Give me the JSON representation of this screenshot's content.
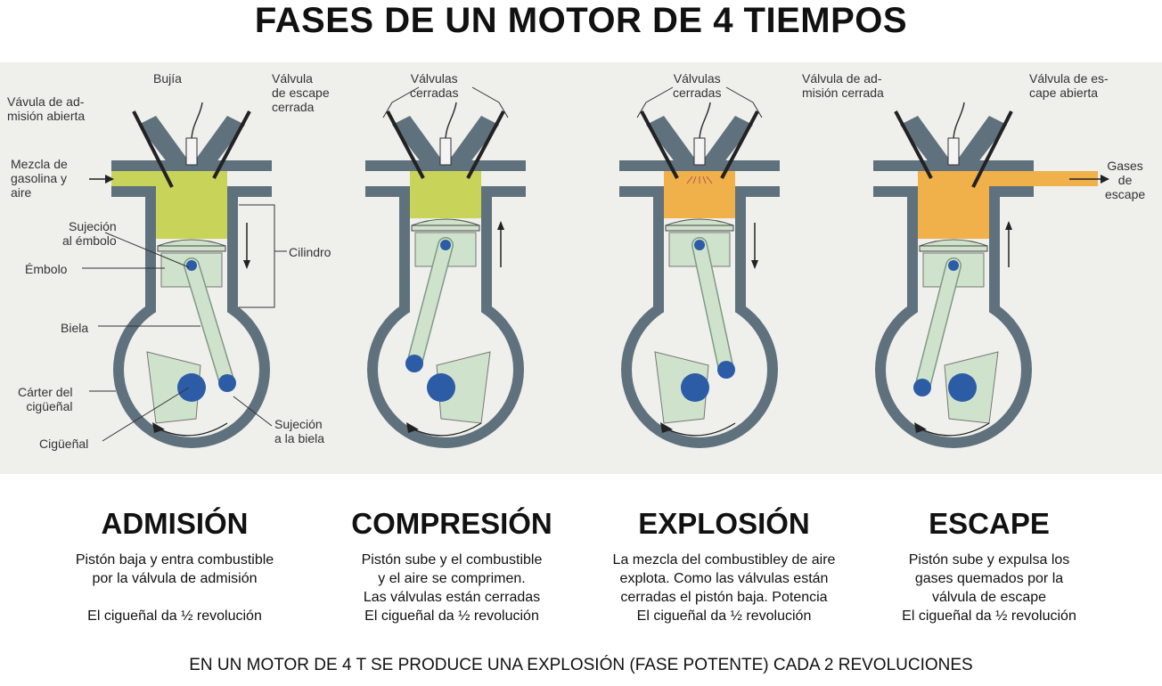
{
  "title": "FASES DE UN MOTOR DE 4 TIEMPOS",
  "labels": {
    "bujia": "Bujía",
    "valvula_escape_cerrada": [
      "Válvula",
      "de escape",
      "cerrada"
    ],
    "valvula_admision_abierta": [
      "Vávula de ad-",
      "misión abierta"
    ],
    "mezcla": [
      "Mezcla de",
      "gasolina y",
      "aire"
    ],
    "sujecion_embolo": [
      "Sujeción",
      "al émbolo"
    ],
    "embolo": "Émbolo",
    "cilindro": "Cilindro",
    "biela": "Biela",
    "carter": [
      "Cárter del",
      "cigüeñal"
    ],
    "cigueñal": "Cigüeñal",
    "sujecion_biela": [
      "Sujeción",
      "a la biela"
    ],
    "valvulas_cerradas_1": [
      "Válvulas",
      "cerradas"
    ],
    "valvulas_cerradas_2": [
      "Válvulas",
      "cerradas"
    ],
    "valvula_admision_cerrada": [
      "Válvula de ad-",
      "misión cerrada"
    ],
    "valvula_escape_abierta": [
      "Válvula de es-",
      "cape abierta"
    ],
    "gases_escape": [
      "Gases",
      "de",
      "escape"
    ]
  },
  "phases": [
    {
      "name": "ADMISIÓN",
      "lines": [
        "Pistón baja y entra combustible",
        "por la válvula de admisión"
      ],
      "gap": true,
      "rev": "El cigueñal da ½ revolución"
    },
    {
      "name": "COMPRESIÓN",
      "lines": [
        "Pistón sube y el combustible",
        "y el aire se comprimen.",
        "Las válvulas  están cerradas"
      ],
      "gap": false,
      "rev": "El cigueñal da ½ revolución"
    },
    {
      "name": "EXPLOSIÓN",
      "lines": [
        "La mezcla del combustibley de aire",
        "explota. Como las  válvulas  están",
        "cerradas el pistón baja. Potencia"
      ],
      "gap": false,
      "rev": "El cigueñal da ½ revolución"
    },
    {
      "name": "ESCAPE",
      "lines": [
        "Pistón sube y expulsa los",
        "gases quemados por la",
        "válvula de escape"
      ],
      "gap": false,
      "rev": "El cigueñal da ½ revolución"
    }
  ],
  "footer": "EN UN MOTOR DE 4 T SE PRODUCE UNA EXPLOSIÓN (FASE POTENTE) CADA 2 REVOLUCIONES",
  "colors": {
    "metal": "#5e717c",
    "mixture": "#c8d35a",
    "burnt": "#f0b04a",
    "piston": "#cfe2cb",
    "pin": "#2d5ca6",
    "background": "#efefec"
  },
  "engines": [
    {
      "phase": "admision",
      "gas": "mixture",
      "piston_position": "down",
      "stroke_arrow": "down",
      "intake_open": true,
      "exhaust_open": false
    },
    {
      "phase": "compresion",
      "gas": "mixture",
      "piston_position": "up",
      "stroke_arrow": "up",
      "intake_open": false,
      "exhaust_open": false
    },
    {
      "phase": "explosion",
      "gas": "burnt",
      "piston_position": "up",
      "stroke_arrow": "down",
      "intake_open": false,
      "exhaust_open": false
    },
    {
      "phase": "escape",
      "gas": "burnt",
      "piston_position": "down",
      "stroke_arrow": "up",
      "intake_open": false,
      "exhaust_open": true
    }
  ]
}
